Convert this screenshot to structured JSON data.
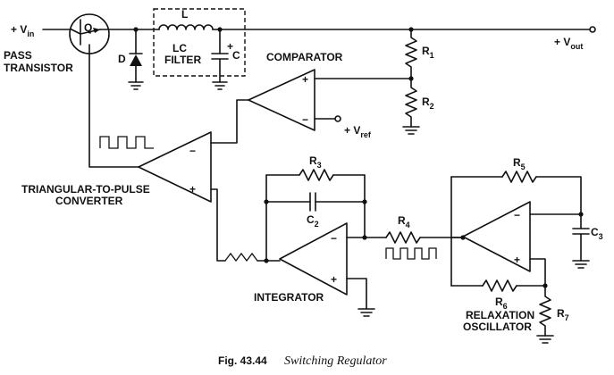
{
  "labels": {
    "vin": "+ V",
    "vin_sub": "in",
    "vout": "+ V",
    "vout_sub": "out",
    "vref": "+ V",
    "vref_sub": "ref",
    "q": "Q",
    "pass_transistor_1": "PASS",
    "pass_transistor_2": "TRANSISTOR",
    "d": "D",
    "l": "L",
    "lc_filter_1": "LC",
    "lc_filter_2": "FILTER",
    "c": "C",
    "comparator": "COMPARATOR",
    "r1": "R",
    "r1_sub": "1",
    "r2": "R",
    "r2_sub": "2",
    "r3": "R",
    "r3_sub": "3",
    "c2": "C",
    "c2_sub": "2",
    "r4": "R",
    "r4_sub": "4",
    "r5": "R",
    "r5_sub": "5",
    "c3": "C",
    "c3_sub": "3",
    "r6": "R",
    "r6_sub": "6",
    "r7": "R",
    "r7_sub": "7",
    "ttp_1": "TRIANGULAR-TO-PULSE",
    "ttp_2": "CONVERTER",
    "integrator": "INTEGRATOR",
    "relax_1": "RELAXATION",
    "relax_2": "OSCILLATOR",
    "plus": "+",
    "minus": "−"
  },
  "caption": {
    "fig": "Fig. 43.44",
    "title": "Switching Regulator"
  }
}
